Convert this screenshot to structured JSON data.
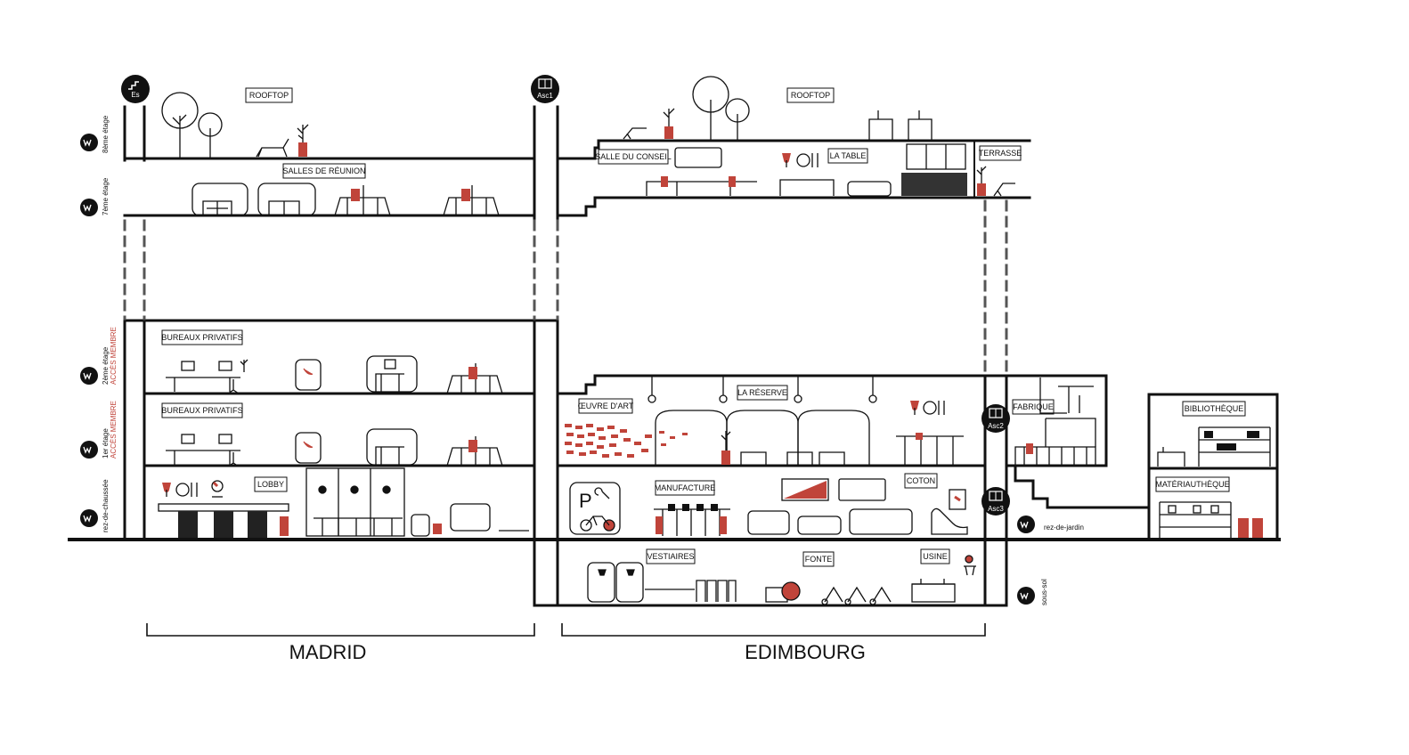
{
  "colors": {
    "ink": "#111111",
    "accent": "#c0443a",
    "dash": "#555555",
    "background": "#ffffff"
  },
  "buildings": {
    "left": "MADRID",
    "right": "EDIMBOURG"
  },
  "floors": {
    "f8": "8ème étage",
    "f7": "7ème étage",
    "f2": "2ème étage",
    "f2_access": "ACCÈS MEMBRE",
    "f1": "1er étage",
    "f1_access": "ACCÈS MEMBRE",
    "rdc": "rez-de-chaussée",
    "rdj": "rez-de-jardin",
    "ss": "sous-sol"
  },
  "circulation": {
    "stairs": "Es",
    "lift1": "Asc1",
    "lift2": "Asc2",
    "lift3": "Asc3"
  },
  "rooms": {
    "rooftop_madrid": "ROOFTOP",
    "rooftop_edimbourg": "ROOFTOP",
    "salles_reunion": "SALLES DE RÉUNION",
    "salle_conseil": "SALLE DU CONSEIL",
    "la_table": "LA TABLE",
    "terrasse": "TERRASSE",
    "bureaux_2": "BUREAUX PRIVATIFS",
    "bureaux_1": "BUREAUX PRIVATIFS",
    "lobby": "LOBBY",
    "oeuvre_art": "ŒUVRE D'ART",
    "la_reserve": "LA RÉSERVE",
    "fabrique": "FABRIQUE",
    "bibliotheque": "BIBLIOTHÈQUE",
    "materiautheque": "MATÉRIAUTHÈQUE",
    "manufacture": "MANUFACTURE",
    "coton": "COTON",
    "vestiaires": "VESTIAIRES",
    "fonte": "FONTE",
    "usine": "USINE"
  },
  "icons": [
    "stairs-icon",
    "elevator-icon",
    "brand-logo-icon",
    "tree-icon",
    "plant-icon",
    "wine-glass-icon",
    "plate-cutlery-icon",
    "phone-booth-icon",
    "parking-icon",
    "bicycle-icon",
    "wrench-icon",
    "shower-icon",
    "basketball-icon"
  ]
}
